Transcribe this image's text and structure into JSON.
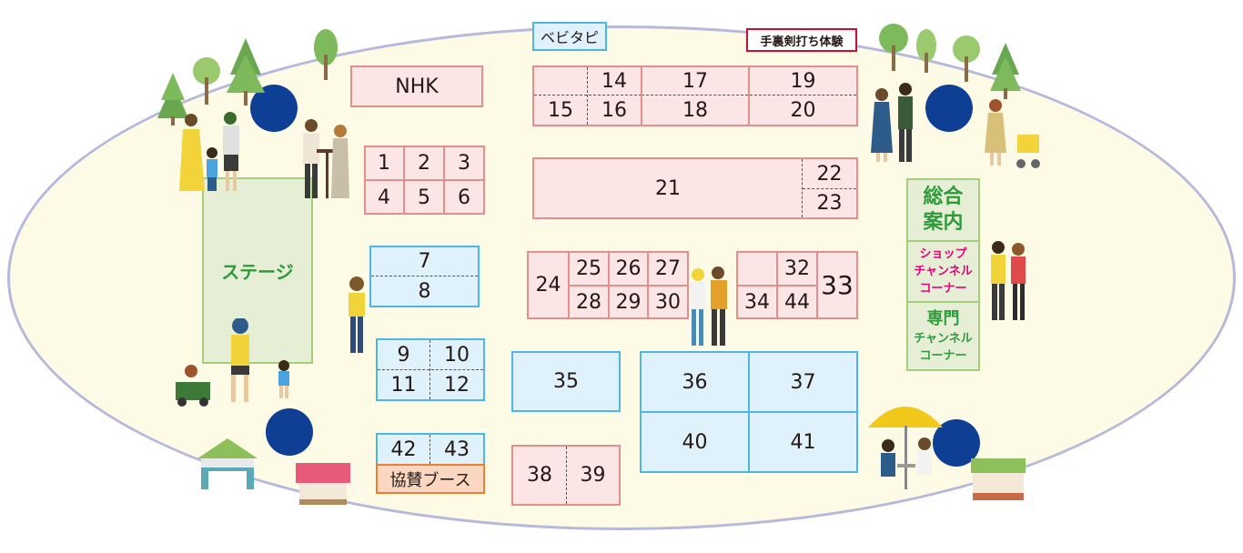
{
  "labels": {
    "babytop": "ベビタピ",
    "sword": "手裏剣打ち体験",
    "nhk": "NHK",
    "stage": "ステージ",
    "info1": "総合",
    "info2": "案内",
    "shop1": "ショップ",
    "shop2": "チャンネル",
    "shop3": "コーナー",
    "sen1": "専門",
    "sen2": "チャンネル",
    "sen3": "コーナー",
    "sponsor": "協賛ブース"
  },
  "booths": [
    "1",
    "2",
    "3",
    "4",
    "5",
    "6",
    "7",
    "8",
    "9",
    "10",
    "11",
    "12",
    "14",
    "15",
    "16",
    "17",
    "18",
    "19",
    "20",
    "21",
    "22",
    "23",
    "24",
    "25",
    "26",
    "27",
    "28",
    "29",
    "30",
    "32",
    "33",
    "34",
    "35",
    "36",
    "37",
    "38",
    "39",
    "40",
    "41",
    "42",
    "43",
    "44"
  ],
  "colors": {
    "pink_fill": "#fbe6e5",
    "pink_border": "#e48f8c",
    "blue_fill": "#dff1fb",
    "blue_border": "#4fb5e3",
    "green_fill": "#e6efd6",
    "green_text": "#2f9a3a",
    "magenta_text": "#e4007f",
    "dot": "#0e3f94",
    "ground": "#fdfbe6"
  }
}
